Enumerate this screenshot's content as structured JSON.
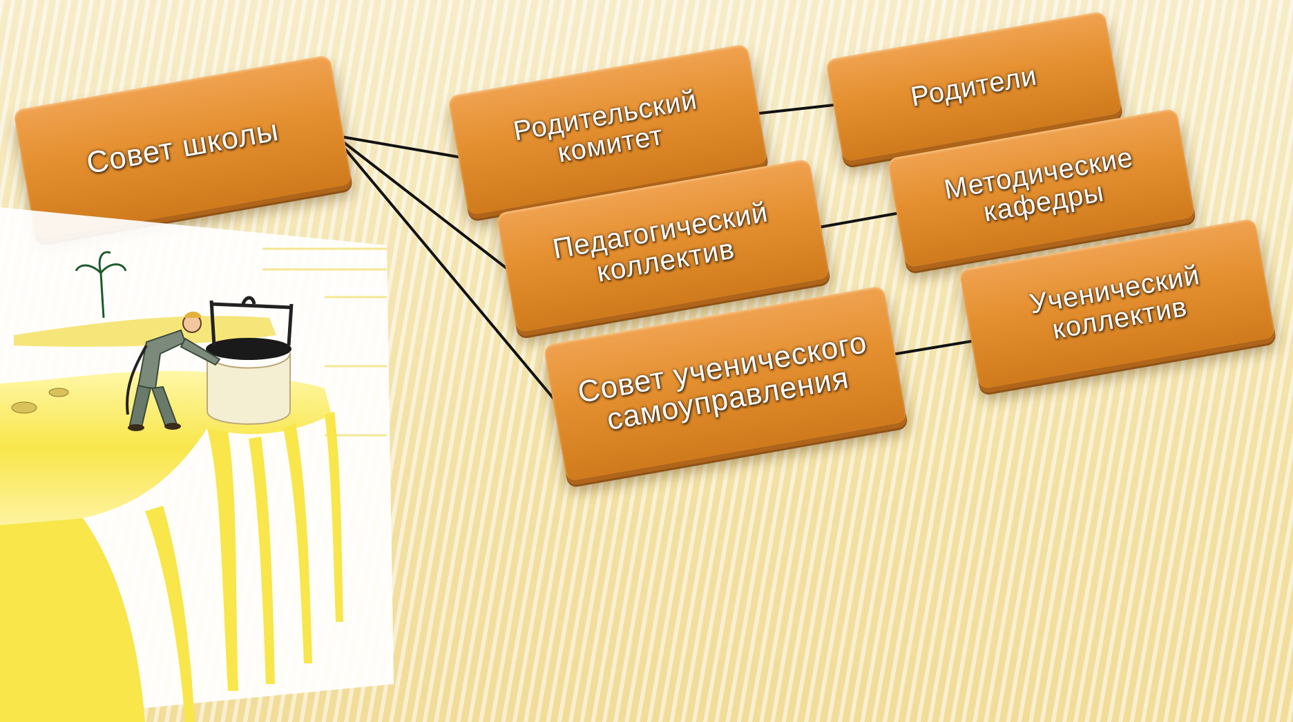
{
  "diagram": {
    "nodes": {
      "council": {
        "text": "Совет школы"
      },
      "parent_committee": {
        "text": "Родительский комитет"
      },
      "teaching_staff": {
        "text": "Педагогический коллектив"
      },
      "student_council": {
        "text": "Совет ученического самоуправления"
      },
      "parents": {
        "text": "Родители"
      },
      "method_departments": {
        "text": "Методические кафедры"
      },
      "student_body": {
        "text": "Ученический коллектив"
      }
    },
    "edges": [
      [
        "council",
        "parent_committee"
      ],
      [
        "council",
        "teaching_staff"
      ],
      [
        "council",
        "student_council"
      ],
      [
        "parent_committee",
        "parents"
      ],
      [
        "teaching_staff",
        "method_departments"
      ],
      [
        "student_council",
        "student_body"
      ]
    ]
  },
  "colors": {
    "block": "#e48f2f",
    "text": "#ffffff",
    "line": "#111111",
    "background": "#f4e6b4"
  },
  "illustration": {
    "icon": "man-at-well-icon"
  }
}
